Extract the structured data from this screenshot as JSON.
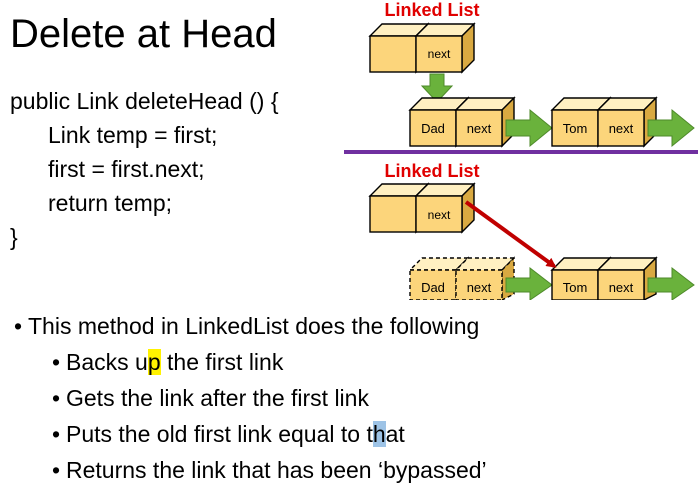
{
  "slide": {
    "title": "Delete at Head",
    "code": [
      "public Link deleteHead () {",
      "Link temp = first;",
      "first = first.next;",
      "return temp;",
      "}"
    ],
    "bullets": {
      "main": "This method in LinkedList does the following",
      "sub": [
        {
          "before": "Backs u",
          "hl": "p",
          "after": " the first link"
        },
        {
          "before": "Gets the link after the first link",
          "hl": "",
          "after": ""
        },
        {
          "before": "Puts the old first link equal to t",
          "hl": "h",
          "after": "at"
        },
        {
          "before": "Returns the link that has been ‘bypassed’",
          "hl": "",
          "after": ""
        }
      ]
    }
  },
  "diagram": {
    "top_label": "Linked List",
    "bottom_label": "Linked List",
    "next_label": "next",
    "dad_label": "Dad",
    "tom_label": "Tom",
    "colors": {
      "label_red": "#e00000",
      "node_fill": "#fcd57b",
      "node_top": "#fff0c2",
      "node_side": "#d9a941",
      "arrow_green": "#6ab23c",
      "divider": "#7030a0",
      "bypass_arrow": "#c00000"
    }
  }
}
